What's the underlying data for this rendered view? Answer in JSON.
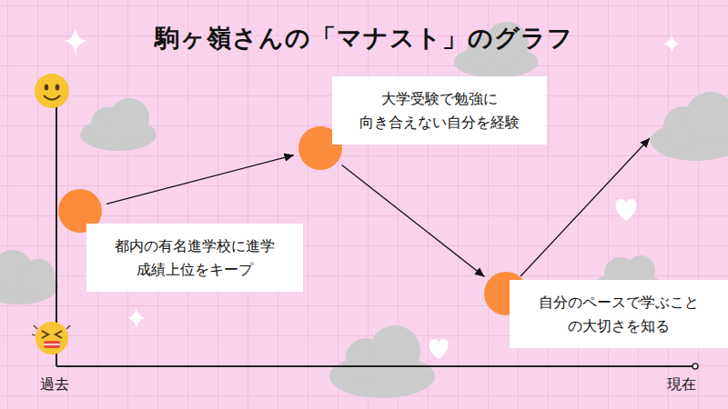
{
  "diagram": {
    "title": "駒ヶ嶺さんの「マナスト」のグラフ",
    "nodes": [
      {
        "text": [
          "都内の有名進学校に進学 成績上位をキープ"
        ]
      },
      {
        "text": [
          "大学受験で勉強に 向き合えない自分を経験"
        ]
      },
      {
        "text": [
          "自分のペースで学ぶこと の大切さを知る"
        ]
      }
    ],
    "edges": [
      {
        "from": 0,
        "to": 1,
        "arrow": "to"
      },
      {
        "from": 1,
        "to": 2,
        "arrow": "to"
      }
    ],
    "labels": [
      "過去",
      "現在"
    ]
  }
}
